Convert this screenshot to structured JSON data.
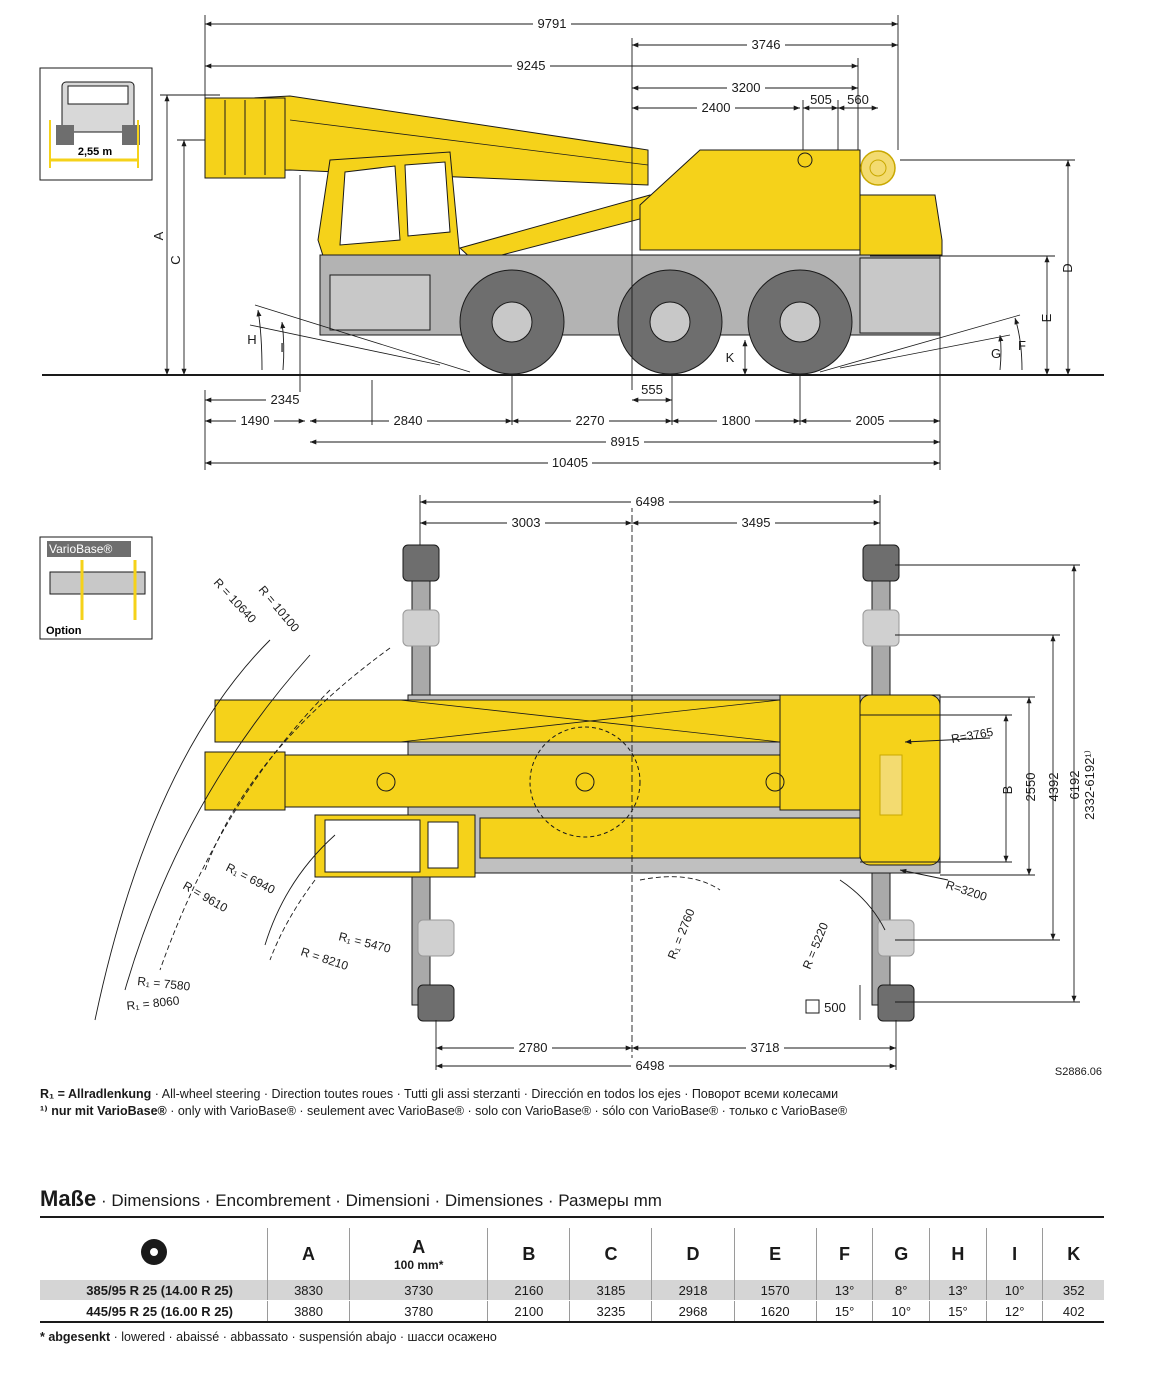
{
  "side_view": {
    "dimensions": {
      "top_9791": "9791",
      "top_3746": "3746",
      "top_9245": "9245",
      "top_3200": "3200",
      "top_2400": "2400",
      "top_505": "505",
      "top_560": "560",
      "bottom_2345": "2345",
      "bottom_555": "555",
      "bottom_1490": "1490",
      "bottom_2840": "2840",
      "bottom_2270": "2270",
      "bottom_1800": "1800",
      "bottom_2005": "2005",
      "bottom_8915": "8915",
      "bottom_10405": "10405"
    },
    "letters": {
      "A": "A",
      "C": "C",
      "H": "H",
      "I": "I",
      "K": "K",
      "G": "G",
      "F": "F",
      "E": "E",
      "D": "D"
    },
    "inset_width": "2,55 m"
  },
  "top_view": {
    "dimensions": {
      "top_6498": "6498",
      "top_3003": "3003",
      "top_3495": "3495",
      "bottom_2780": "2780",
      "bottom_3718": "3718",
      "bottom_6498": "6498",
      "right_B": "B",
      "right_2550": "2550",
      "right_4392": "4392",
      "right_6192": "6192",
      "right_2332_6192": "2332-6192¹⁾",
      "pad_500": "500"
    },
    "radii": {
      "r_10640": "R = 10640",
      "r_10100": "R = 10100",
      "r_3765": "R=3765",
      "r_3200": "R=3200",
      "r_6940": "R₁ = 6940",
      "r_9610": "R = 9610",
      "r_5470": "R₁ = 5470",
      "r_8210": "R = 8210",
      "r_7580": "R₁ = 7580",
      "r_8060": "R₁ = 8060",
      "r_2760": "R₁ = 2760",
      "r_5220": "R = 5220"
    },
    "variobase_label": "VarioBase®",
    "option_label": "Option",
    "code": "S2886.06"
  },
  "notes": {
    "line1_bold": "R₁ = Allradlenkung",
    "line1_rest": " · All-wheel steering · Direction toutes roues · Tutti gli assi sterzanti · Dirección en todos los ejes · Поворот всеми колесами",
    "line2_bold": "¹⁾ nur mit VarioBase®",
    "line2_rest": " · only with VarioBase® · seulement avec VarioBase® · solo con VarioBase® · sólo con VarioBase® · только с VarioBase®"
  },
  "dimensions_table": {
    "title_bold": "Maße",
    "title_rest": " · Dimensions · Encombrement · Dimensioni · Dimensiones · Размеры  mm",
    "tyre_icon": "tyre-icon",
    "headers": [
      "A",
      "A",
      "B",
      "C",
      "D",
      "E",
      "F",
      "G",
      "H",
      "I",
      "K"
    ],
    "header_sub": "100 mm*",
    "rows": [
      {
        "label": "385/95 R 25 (14.00 R 25)",
        "values": [
          "3830",
          "3730",
          "2160",
          "3185",
          "2918",
          "1570",
          "13°",
          "8°",
          "13°",
          "10°",
          "352"
        ]
      },
      {
        "label": "445/95 R 25 (16.00 R 25)",
        "values": [
          "3880",
          "3780",
          "2100",
          "3235",
          "2968",
          "1620",
          "15°",
          "10°",
          "15°",
          "12°",
          "402"
        ]
      }
    ],
    "footnote_bold": "* abgesenkt",
    "footnote_rest": " · lowered · abaissé · abbassato · suspensión abajo · шасси осажено"
  },
  "colors": {
    "crane_yellow": "#f5d21a",
    "chassis_grey": "#a9a9a9",
    "tyre_dark": "#6e6e6e",
    "line": "#1a1a1a"
  }
}
